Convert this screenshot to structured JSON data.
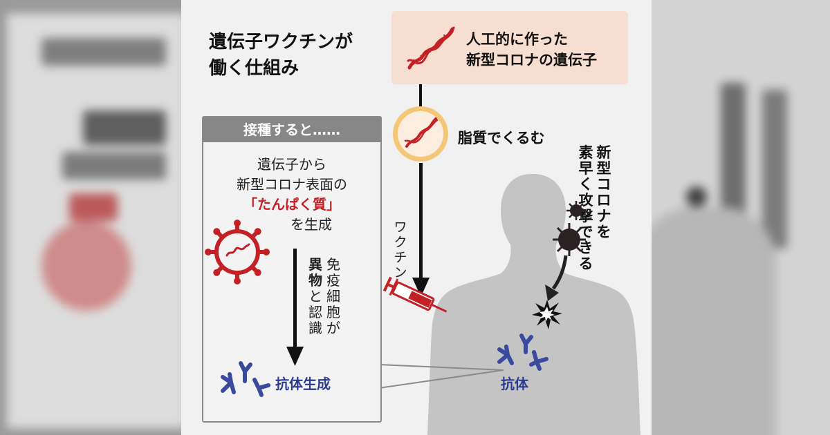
{
  "diagram": {
    "title_lines": [
      "遺伝子ワクチンが",
      "働く仕組み"
    ],
    "gene_box_lines": [
      "人工的に作った",
      "新型コロナの遺伝子"
    ],
    "lipid_label": "脂質でくるむ",
    "vaccine_label": "ワクチン",
    "attack_columns": [
      "新型コロナを",
      "素早く攻撃できる"
    ],
    "antibody_label": "抗体",
    "after_box": {
      "header": "接種すると……",
      "lines": [
        "遺伝子から",
        "新型コロナ表面の"
      ],
      "highlight": "「たんぱく質」",
      "line_after": "を生成",
      "immune_parts": [
        "免疫細胞が",
        "異物",
        "と認識"
      ],
      "antibody_label": "抗体生成"
    }
  },
  "colors": {
    "gene_red": "#c42127",
    "antibody_blue": "#3a4a9e",
    "gene_box_bg": "#f6dfd0",
    "header_gray": "#878787",
    "silhouette": "#c4c4c4",
    "virus_dark": "#2a2222"
  },
  "icons": [
    "rna-strand-icon",
    "lipid-nanoparticle-icon",
    "syringe-icon",
    "virus-icon",
    "antibody-icon",
    "impact-burst-icon",
    "spike-protein-virus-icon"
  ]
}
